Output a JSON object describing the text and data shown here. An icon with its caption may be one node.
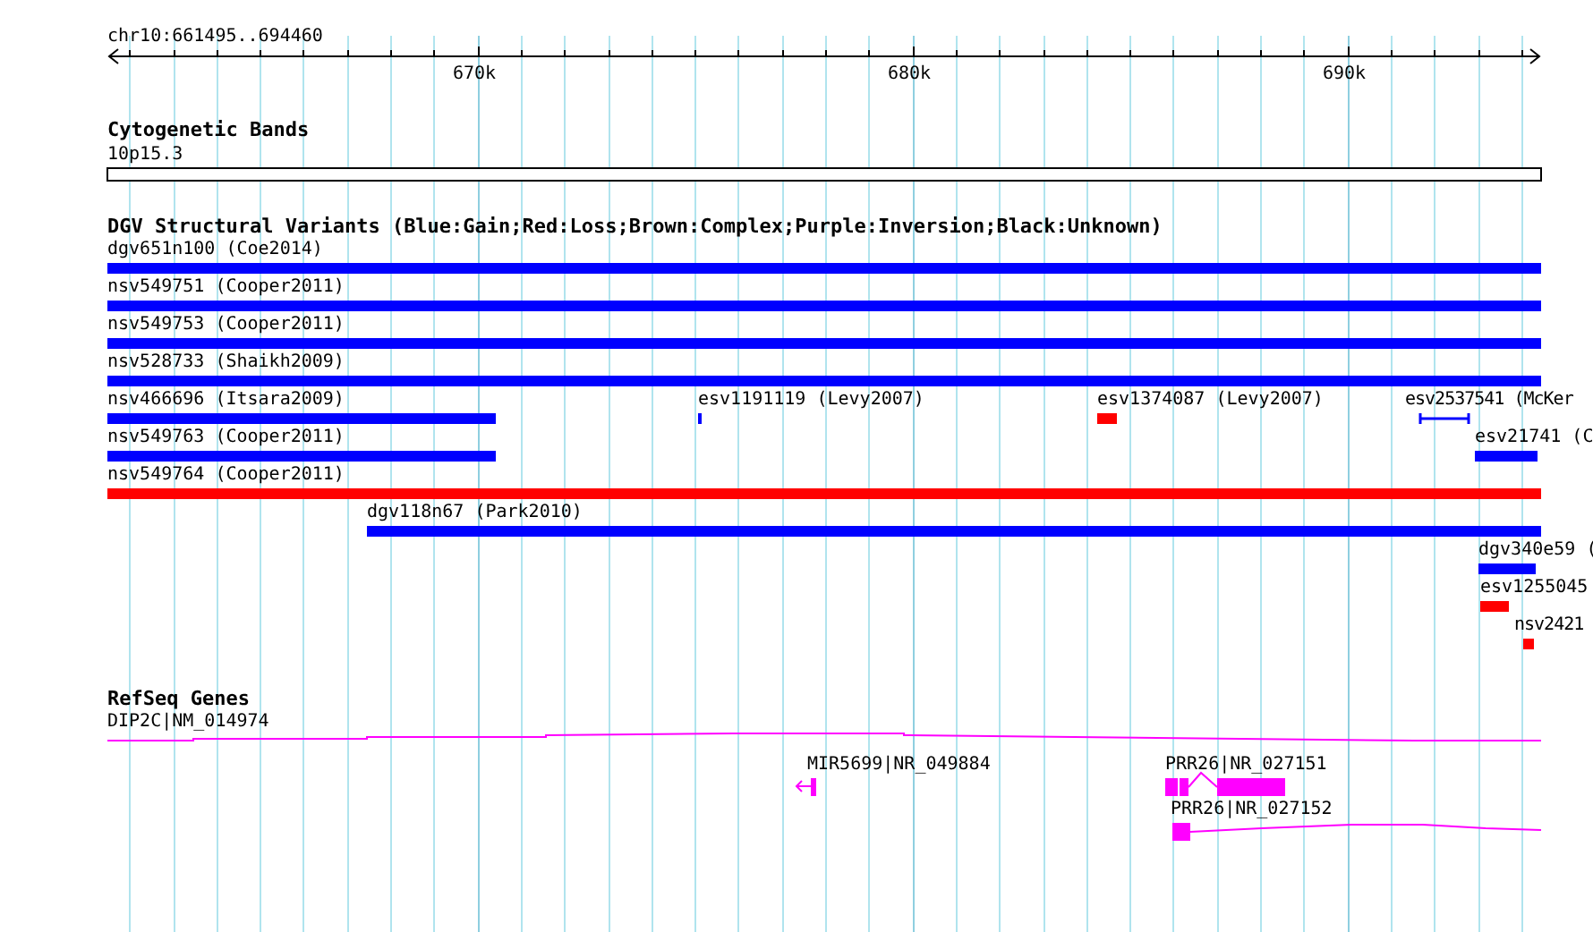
{
  "diagram": {
    "labels": [
      "chr10:661495..694460",
      "670k",
      "680k",
      "690k",
      "Cytogenetic Bands",
      "10p15.3",
      "DGV Structural Variants (Blue:Gain;Red:Loss;Brown:Complex;Purple:Inversion;Black:Unknown)",
      "dgv651n100 (Coe2014)",
      "nsv549751 (Cooper2011)",
      "nsv549753 (Cooper2011)",
      "nsv528733 (Shaikh2009)",
      "nsv466696 (Itsara2009)",
      "esv1191119 (Levy2007)",
      "esv1374087 (Levy2007)",
      "esv2537541 (McKer",
      "nsv549763 (Cooper2011)",
      "esv21741 (C",
      "nsv549764 (Cooper2011)",
      "dgv118n67 (Park2010)",
      "dgv340e59 (",
      "esv1255045",
      "nsv2421",
      "RefSeq Genes",
      "DIP2C|NM_014974",
      "MIR5699|NR_049884",
      "PRR26|NR_027151",
      "PRR26|NR_027152"
    ]
  }
}
